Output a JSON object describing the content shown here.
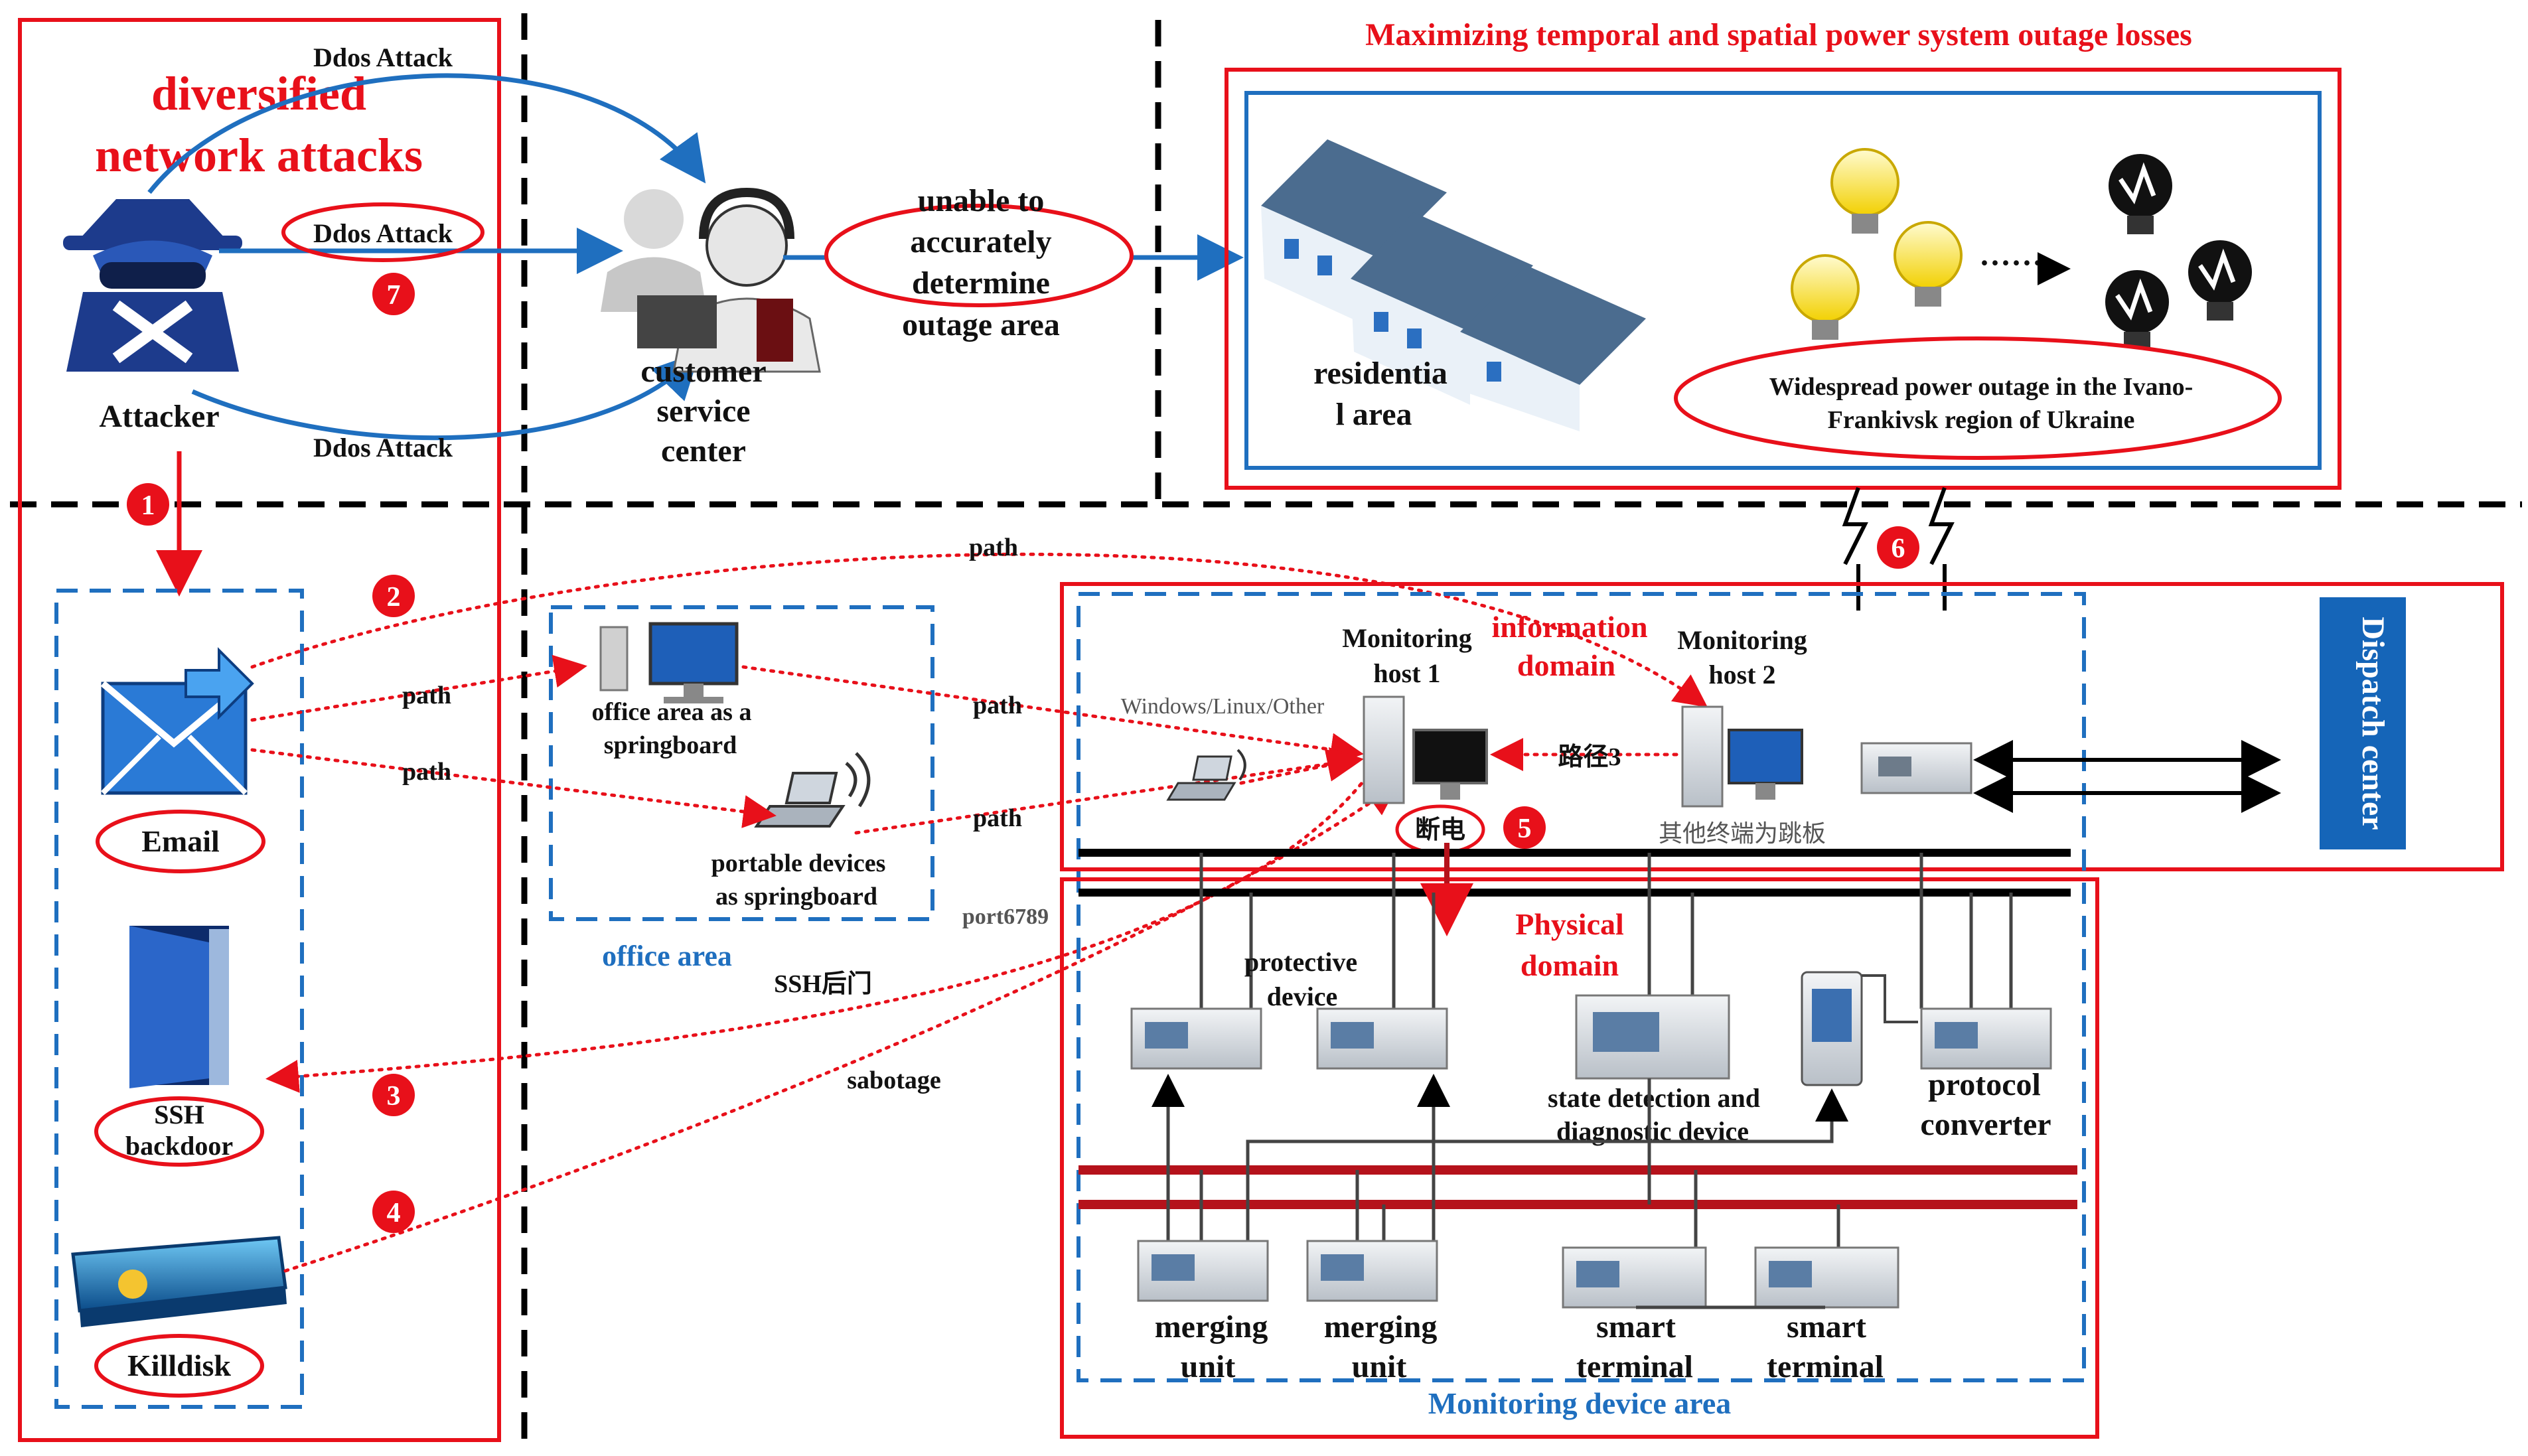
{
  "headline_top": "Maximizing temporal and spatial power system outage losses",
  "attacker": {
    "title_line1": "diversified",
    "title_line2": "network attacks",
    "label": "Attacker",
    "ddos_top": "Ddos Attack",
    "ddos_middle": "Ddos Attack",
    "ddos_bottom": "Ddos Attack"
  },
  "customer_service": {
    "line1": "customer",
    "line2": "service",
    "line3": "center"
  },
  "unable": {
    "line1": "unable to",
    "line2": "accurately",
    "line3": "determine",
    "line4": "outage area"
  },
  "outage": {
    "residential_line1": "residentia",
    "residential_line2": "l area",
    "widespread_line1": "Widespread power outage in the Ivano-",
    "widespread_line2": "Frankivsk region of Ukraine",
    "dots": "······"
  },
  "tools": {
    "email": "Email",
    "ssh_line1": "SSH",
    "ssh_line2": "backdoor",
    "killdisk": "Killdisk"
  },
  "steps": {
    "s1": "1",
    "s2": "2",
    "s3": "3",
    "s4": "4",
    "s5": "5",
    "s6": "6",
    "s7": "7"
  },
  "paths": {
    "path_top": "path",
    "path_email1": "path",
    "path_email2": "path",
    "path_office": "path",
    "path_portable": "path",
    "port": "port6789",
    "ssh_cn": "SSH后门",
    "sabotage": "sabotage",
    "path3_cn": "路径3"
  },
  "office": {
    "springboard_line1": "office area as a",
    "springboard_line2": "springboard",
    "portable_line1": "portable devices",
    "portable_line2": "as springboard",
    "area_label": "office area"
  },
  "info_domain": {
    "label_line1": "information",
    "label_line2": "domain",
    "host1_line1": "Monitoring",
    "host1_line2": "host 1",
    "host2_line1": "Monitoring",
    "host2_line2": "host 2",
    "os_label": "Windows/Linux/Other",
    "power_off": "断电",
    "other_terminal": "其他终端为跳板"
  },
  "dispatch": {
    "label": "Dispatch center"
  },
  "physical": {
    "label_line1": "Physical",
    "label_line2": "domain",
    "protective_line1": "protective",
    "protective_line2": "device",
    "state_line1": "state detection and",
    "state_line2": "diagnostic device",
    "protocol_line1": "protocol",
    "protocol_line2": "converter",
    "merging1_line1": "merging",
    "merging1_line2": "unit",
    "merging2_line1": "merging",
    "merging2_line2": "unit",
    "smart1_line1": "smart",
    "smart1_line2": "terminal",
    "smart2_line1": "smart",
    "smart2_line2": "terminal",
    "area_label": "Monitoring device area"
  },
  "colors": {
    "red": "#e8101a",
    "blue": "#1f6fbf",
    "black": "#000000",
    "dark_red": "#b5121b",
    "dispatch_bg": "#1565b8"
  }
}
